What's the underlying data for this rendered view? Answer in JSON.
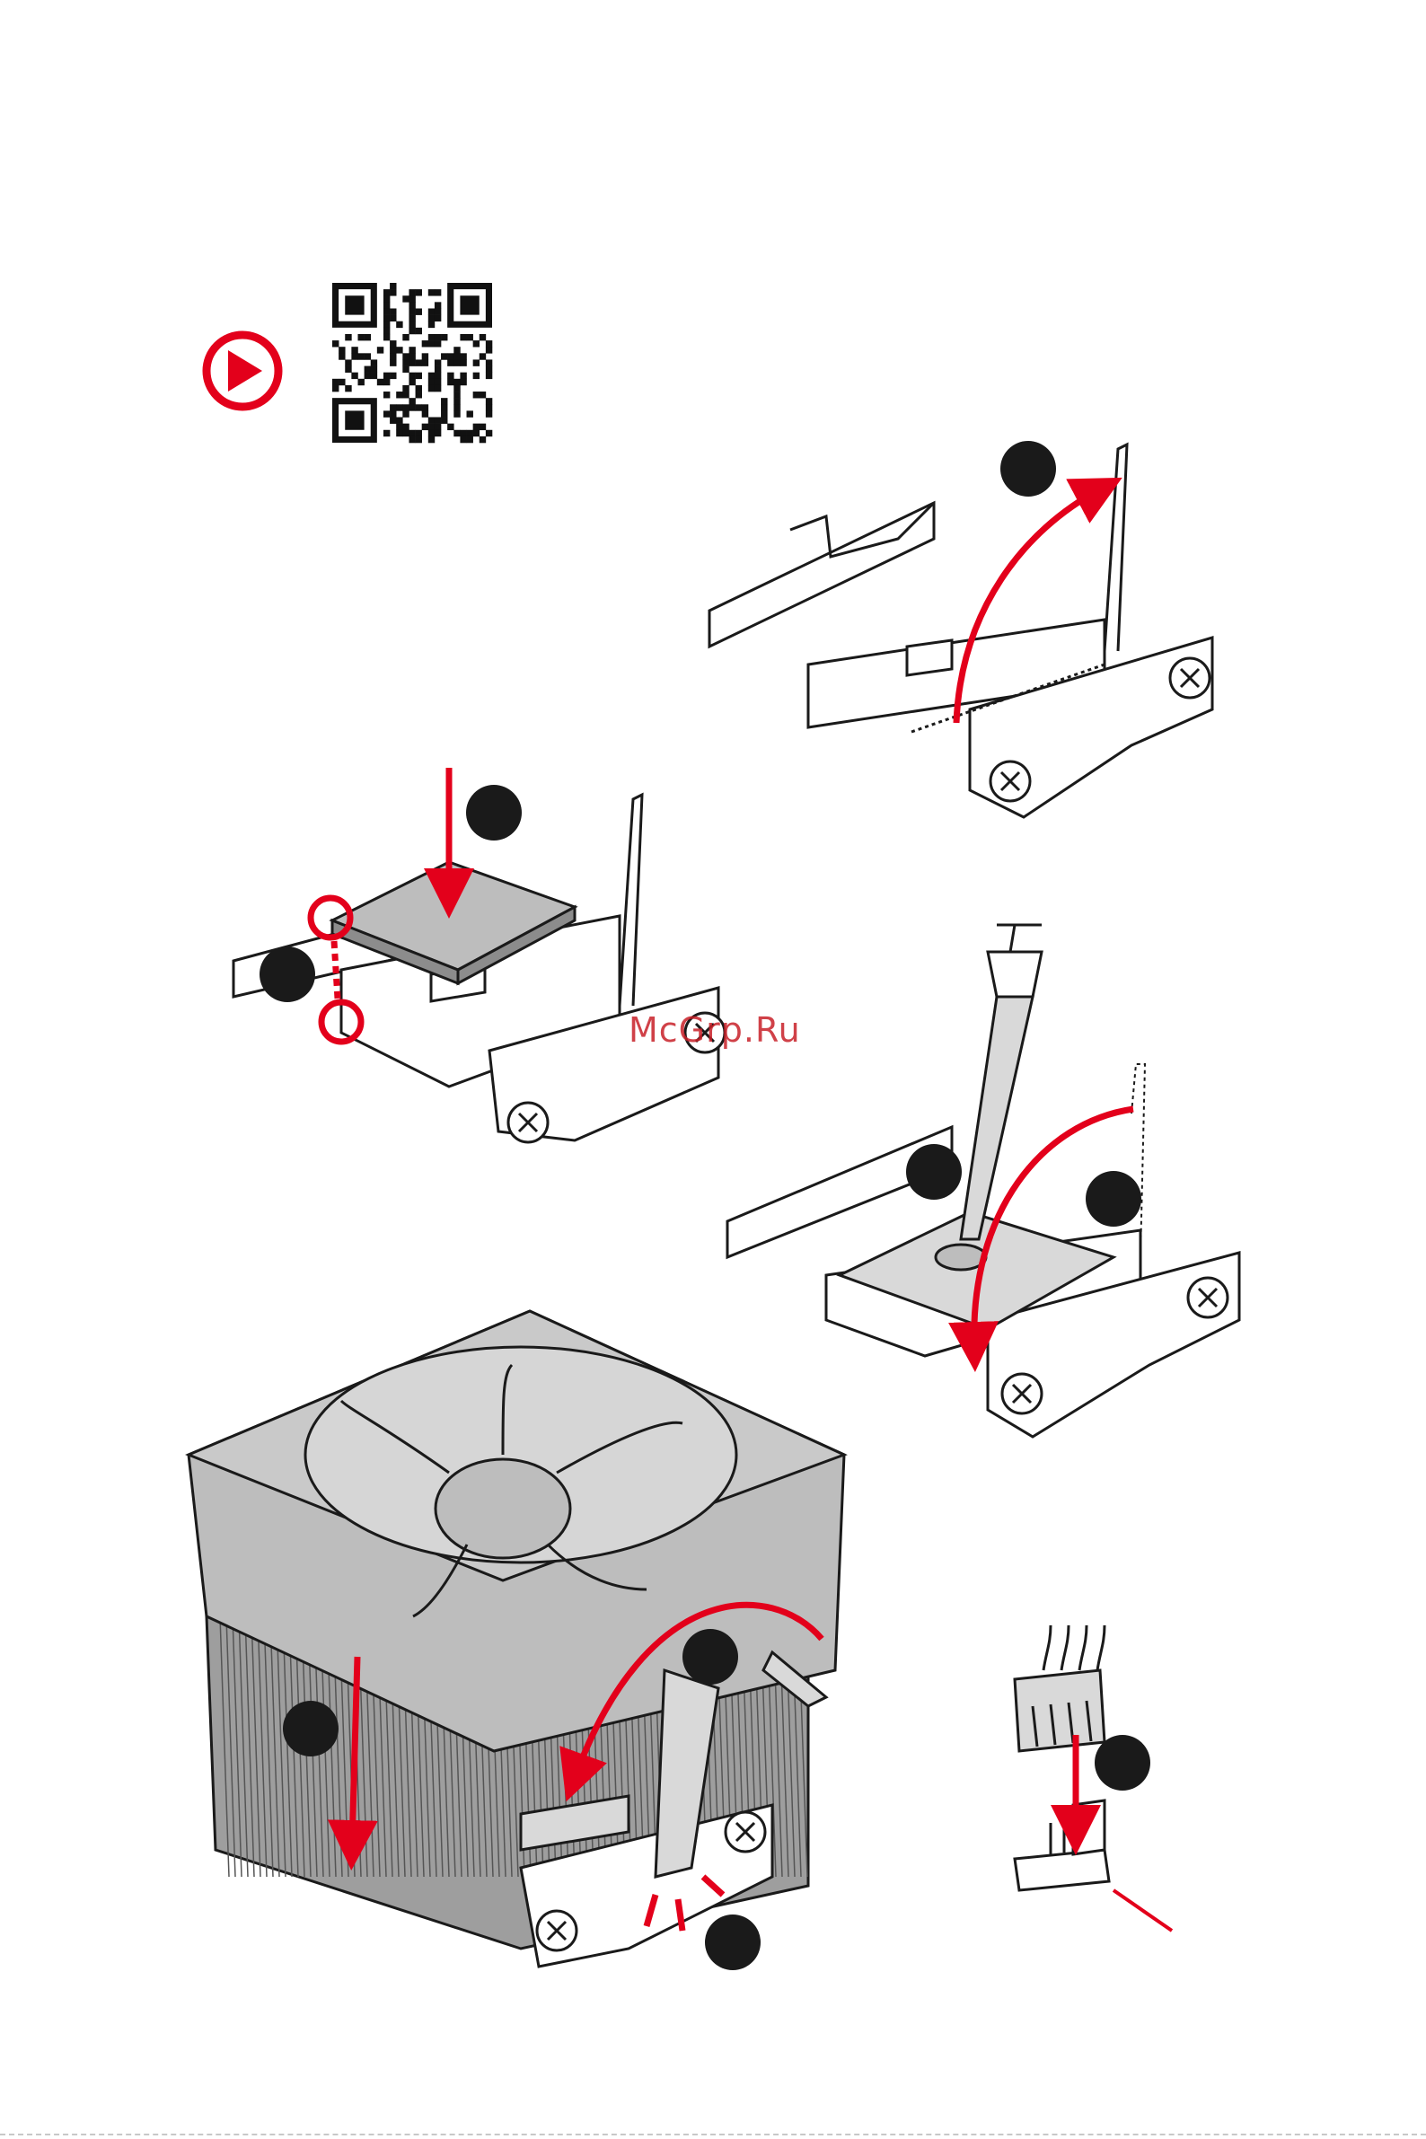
{
  "watermark": {
    "text": "McGrp.Ru"
  },
  "qr_code": {
    "icon": "qr-code-icon"
  },
  "play_button": {
    "icon": "play-icon"
  },
  "steps": [
    {
      "name": "open-socket-lever"
    },
    {
      "name": "align-cpu-triangle"
    },
    {
      "name": "insert-cpu"
    },
    {
      "name": "apply-thermal-paste"
    },
    {
      "name": "close-socket-lever"
    },
    {
      "name": "place-cooler"
    },
    {
      "name": "lock-cooler-lever"
    },
    {
      "name": "secure-clip"
    },
    {
      "name": "connect-fan-cable"
    }
  ],
  "colors": {
    "accent_red": "#e3001b",
    "outline": "#1a1a1a",
    "fill_gray": "#bdbdbd",
    "fill_light": "#d9d9d9",
    "step_dot": "#1a1a1a"
  }
}
